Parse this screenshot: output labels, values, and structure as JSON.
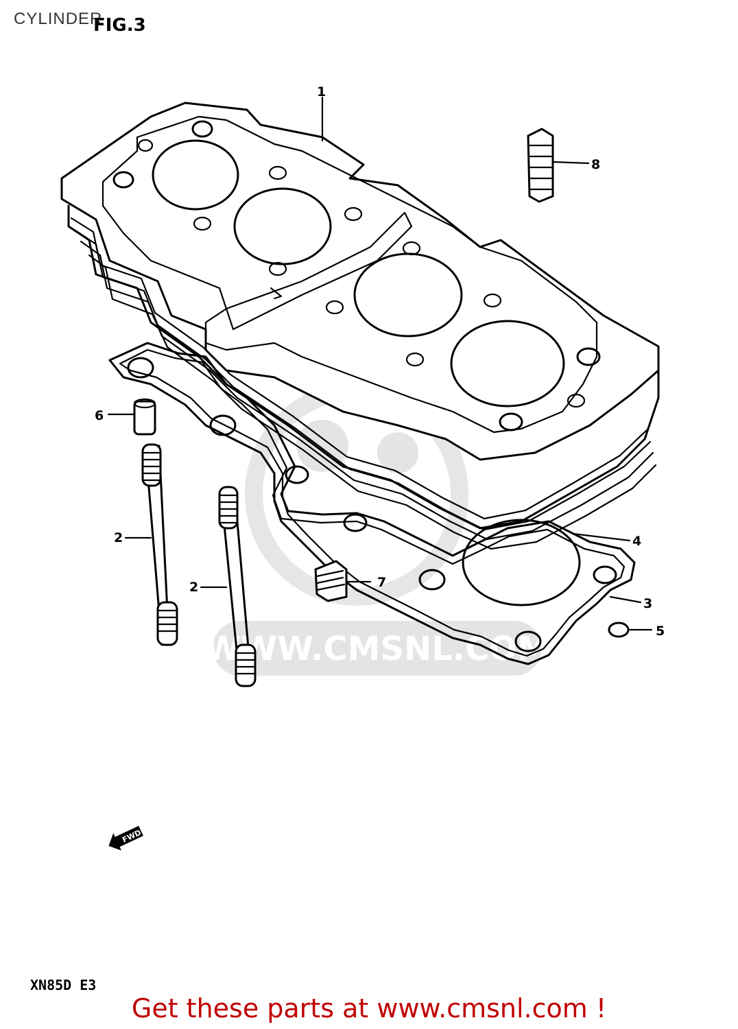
{
  "caption": "CYLINDER",
  "figure_label": "FIG.3",
  "model_label": "XN85D E3",
  "footer_text": "Get these parts at www.cmsnl.com !",
  "watermark": "WWW.CMSNL.COM",
  "fwd_marker": "FWD",
  "callouts": [
    "1",
    "2",
    "2",
    "3",
    "4",
    "5",
    "6",
    "7",
    "8"
  ],
  "colors": {
    "footer": "#c00000",
    "line": "#000000",
    "watermark": "#e4e4e4"
  }
}
